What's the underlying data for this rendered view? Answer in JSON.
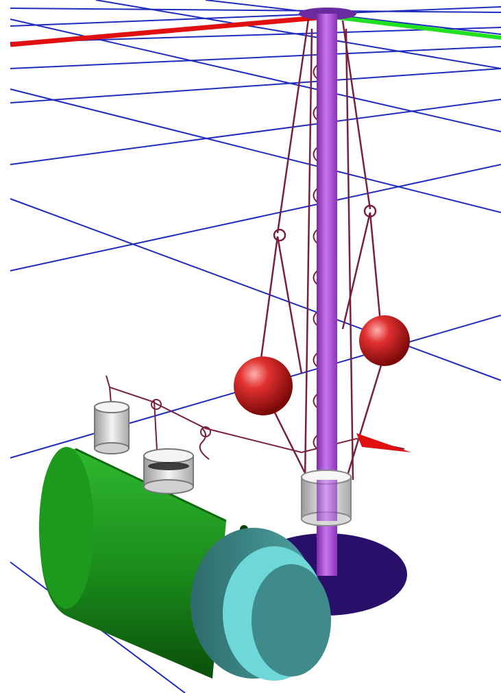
{
  "viewport": {
    "background": "#ffffff"
  },
  "colors": {
    "grid": "#1f2bbf",
    "axis_x": "#e01010",
    "axis_y": "#20e020",
    "axis_z": "#1010c0",
    "spindle": "#b04ee0",
    "spindle_dark": "#7a2aa8",
    "link_wire": "#7a1e40",
    "ball": "#d81818",
    "engine_body": "#1f9a1f",
    "engine_body_dark": "#0f6a0f",
    "flywheel": "#3f8a8a",
    "flywheel_face": "#6ed8d8",
    "disk": "#2a0f6a",
    "sleeve": "#e8e8e8",
    "pointer": "#e01010"
  },
  "objects": [
    "grid-plane",
    "axis-x",
    "axis-y",
    "central-spindle",
    "spiral-spring",
    "governor-ball-left",
    "governor-ball-right",
    "sliding-sleeve",
    "base-disk",
    "engine-cylinder",
    "flywheel",
    "valve-cylinder-1",
    "valve-cylinder-2",
    "linkage-rod",
    "pointer-cone"
  ]
}
